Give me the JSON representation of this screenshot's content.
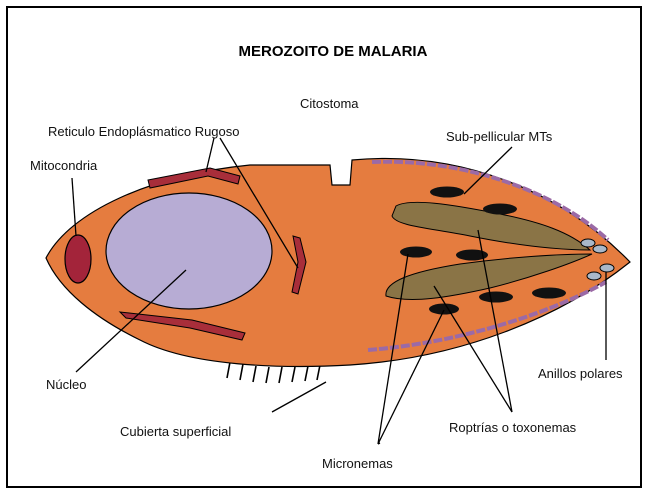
{
  "title": "MEROZOITO DE MALARIA",
  "labels": {
    "citostoma": "Citostoma",
    "reticulo": "Reticulo Endoplásmatico Rugoso",
    "mitocondria": "Mitocondria",
    "subpellicular": "Sub-pellicular MTs",
    "nucleo": "Núcleo",
    "anillos": "Anillos polares",
    "cubierta": "Cubierta superficial",
    "roptrias": "Roptrías o toxonemas",
    "micronemas": "Micronemas"
  },
  "colors": {
    "cell": "#e57c3f",
    "nucleus": "#b7acd4",
    "mitochondrion": "#a3243a",
    "reticulum": "#a82e3a",
    "rhoptry": "#8a7446",
    "subpellicular": "#9b6aa6",
    "polar_ring": "#a9b8c9",
    "microneme": "#111111"
  }
}
